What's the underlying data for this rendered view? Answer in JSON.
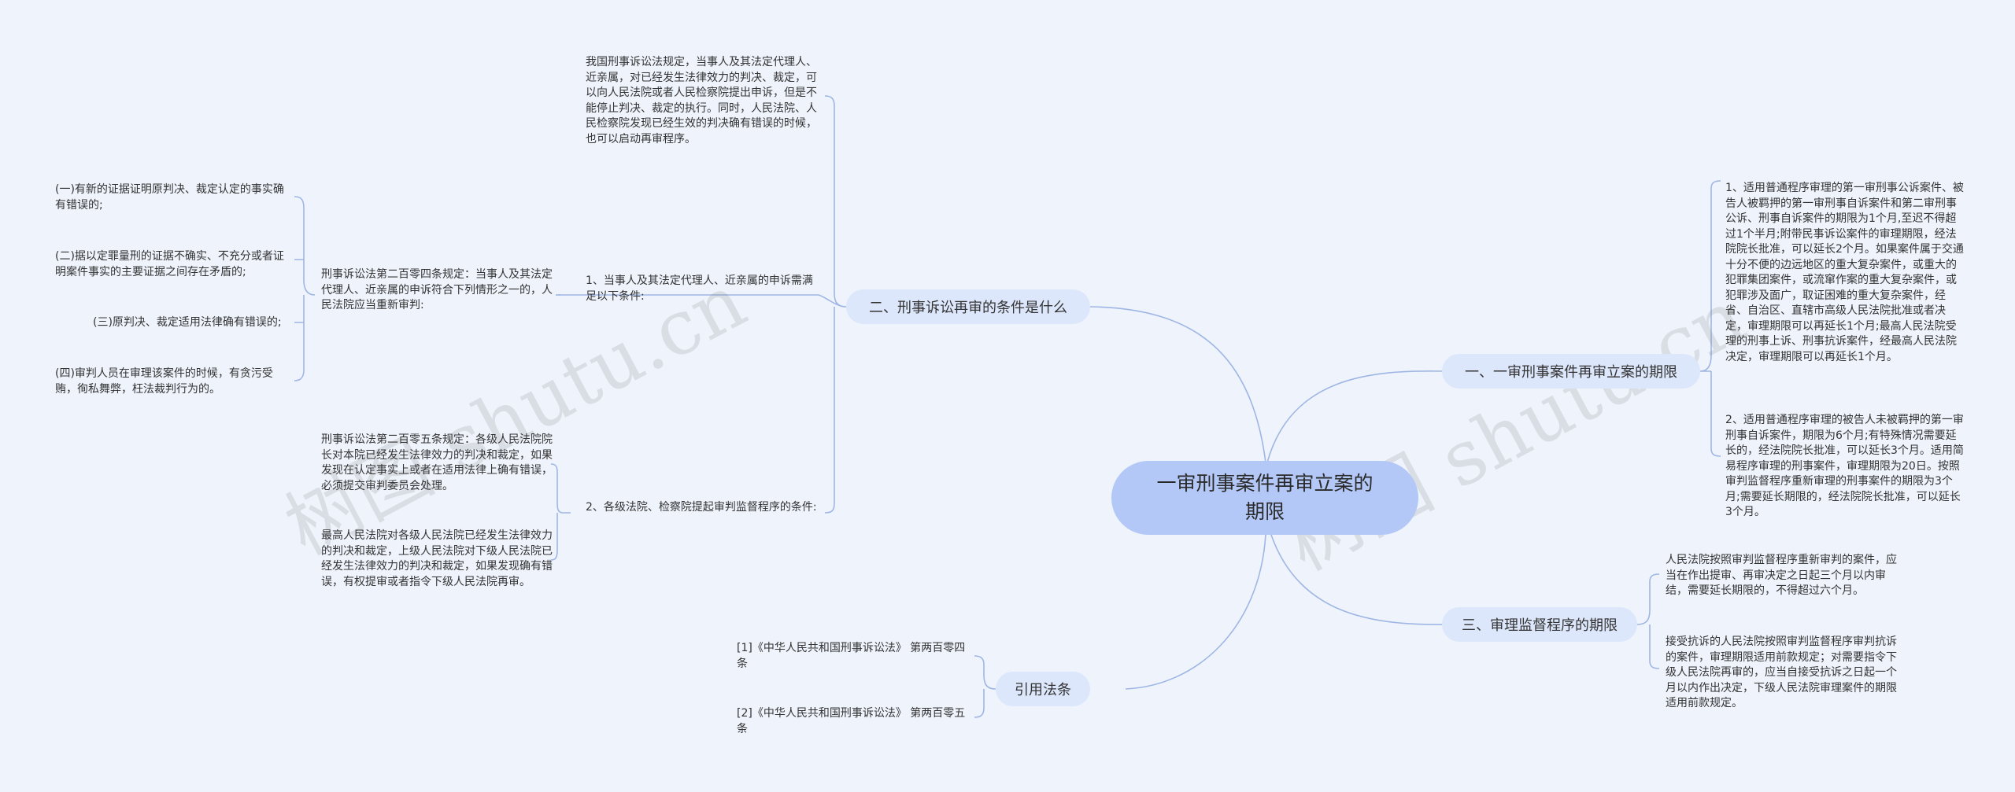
{
  "root": {
    "title": "一审刑事案件再审立案的期限"
  },
  "branches": {
    "b1": "一、一审刑事案件再审立案的期限",
    "b2": "二、刑事诉讼再审的条件是什么",
    "b3": "三、审理监督程序的期限",
    "b4": "引用法条"
  },
  "b1_leaves": {
    "l1": "1、适用普通程序审理的第一审刑事公诉案件、被告人被羁押的第一审刑事自诉案件和第二审刑事公诉、刑事自诉案件的期限为1个月,至迟不得超过1个半月;附带民事诉讼案件的审理期限，经法院院长批准，可以延长2个月。如果案件属于交通十分不便的边远地区的重大复杂案件，或重大的犯罪集团案件，或流窜作案的重大复杂案件，或犯罪涉及面广，取证困难的重大复杂案件，经省、自治区、直辖市高级人民法院批准或者决定，审理期限可以再延长1个月;最高人民法院受理的刑事上诉、刑事抗诉案件，经最高人民法院决定，审理期限可以再延长1个月。",
    "l2": "2、适用普通程序审理的被告人未被羁押的第一审刑事自诉案件，期限为6个月;有特殊情况需要延长的，经法院院长批准，可以延长3个月。适用简易程序审理的刑事案件，审理期限为20日。按照审判监督程序重新审理的刑事案件的期限为3个月;需要延长期限的，经法院院长批准，可以延长3个月。"
  },
  "b2_leaves": {
    "top": "我国刑事诉讼法规定，当事人及其法定代理人、近亲属，对已经发生法律效力的判决、裁定，可以向人民法院或者人民检察院提出申诉，但是不能停止判决、裁定的执行。同时，人民法院、人民检察院发现已经生效的判决确有错误的时候，也可以启动再审程序。",
    "c1": "1、当事人及其法定代理人、近亲属的申诉需满足以下条件:",
    "c1_law": "刑事诉讼法第二百零四条规定：当事人及其法定代理人、近亲属的申诉符合下列情形之一的，人民法院应当重新审判:",
    "items": [
      "(一)有新的证据证明原判决、裁定认定的事实确有错误的;",
      "(二)据以定罪量刑的证据不确实、不充分或者证明案件事实的主要证据之间存在矛盾的;",
      "(三)原判决、裁定适用法律确有错误的;",
      "(四)审判人员在审理该案件的时候，有贪污受贿，徇私舞弊，枉法裁判行为的。"
    ],
    "c2": "2、各级法院、检察院提起审判监督程序的条件:",
    "c2_a": "刑事诉讼法第二百零五条规定：各级人民法院院长对本院已经发生法律效力的判决和裁定，如果发现在认定事实上或者在适用法律上确有错误，必须提交审判委员会处理。",
    "c2_b": "最高人民法院对各级人民法院已经发生法律效力的判决和裁定，上级人民法院对下级人民法院已经发生法律效力的判决和裁定，如果发现确有错误，有权提审或者指令下级人民法院再审。"
  },
  "b3_leaves": {
    "l1": "人民法院按照审判监督程序重新审判的案件，应当在作出提审、再审决定之日起三个月以内审结，需要延长期限的，不得超过六个月。",
    "l2": "接受抗诉的人民法院按照审判监督程序审判抗诉的案件，审理期限适用前款规定；对需要指令下级人民法院再审的，应当自接受抗诉之日起一个月以内作出决定，下级人民法院审理案件的期限适用前款规定。"
  },
  "b4_leaves": {
    "l1": "[1]《中华人民共和国刑事诉讼法》 第两百零四条",
    "l2": "[2]《中华人民共和国刑事诉讼法》 第两百零五条"
  },
  "watermarks": [
    "树图 shutu.cn",
    "树图 shutu.cn"
  ],
  "colors": {
    "line": "#9fb6e4",
    "root_fill": "#b3c8f7",
    "branch_fill": "#dde7fb",
    "background": "#eef3fc"
  }
}
